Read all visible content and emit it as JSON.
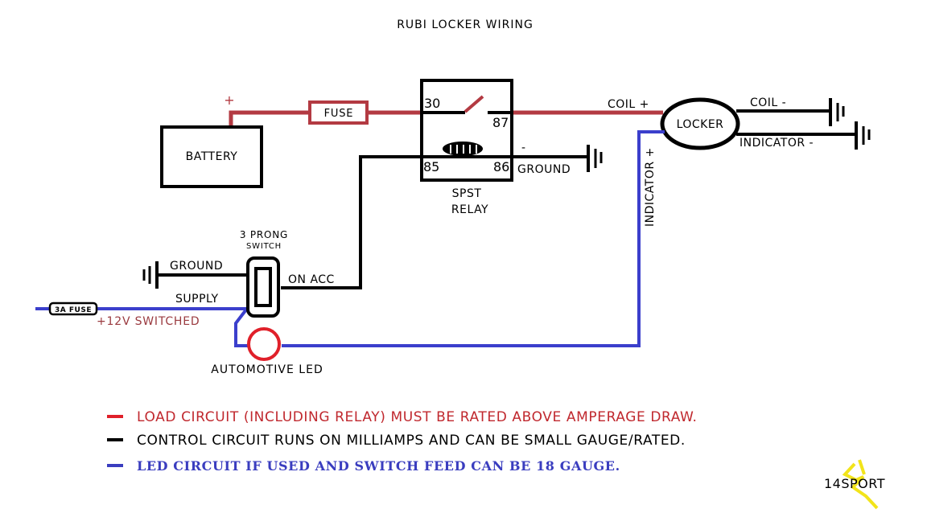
{
  "title": "RUBI LOCKER WIRING",
  "components": {
    "battery": {
      "label": "BATTERY",
      "terminal": "+"
    },
    "main_fuse": {
      "label": "FUSE"
    },
    "relay": {
      "label_line1": "SPST",
      "label_line2": "RELAY",
      "pin30": "30",
      "pin87": "87",
      "pin85": "85",
      "pin86": "86",
      "pin86_polarity": "-"
    },
    "relay_ground": {
      "label": "GROUND"
    },
    "locker": {
      "label": "LOCKER",
      "coil_plus": "COIL +",
      "coil_minus": "COIL -",
      "indicator_minus": "INDICATOR -",
      "indicator_plus": "INDICATOR +"
    },
    "switch": {
      "label_line1": "3 PRONG",
      "label_line2": "SWITCH",
      "ground": "GROUND",
      "supply": "SUPPLY",
      "on_acc": "ON ACC",
      "switched": "+12V SWITCHED"
    },
    "inline_fuse": {
      "label": "3A FUSE"
    },
    "led": {
      "label": "AUTOMOTIVE LED"
    }
  },
  "colors": {
    "load": "#c0282e",
    "control": "#000000",
    "led": "#3a3dbf",
    "logo": "#f2e41a"
  },
  "legend": [
    {
      "color": "red",
      "text": "LOAD CIRCUIT (INCLUDING RELAY) MUST BE RATED ABOVE AMPERAGE DRAW."
    },
    {
      "color": "black",
      "text": "CONTROL CIRCUIT RUNS ON MILLIAMPS AND CAN BE SMALL GAUGE/RATED."
    },
    {
      "color": "blue",
      "text": "LED CIRCUIT IF USED AND SWITCH FEED CAN BE 18 GAUGE."
    }
  ],
  "logo": {
    "text": "14SPORT"
  }
}
